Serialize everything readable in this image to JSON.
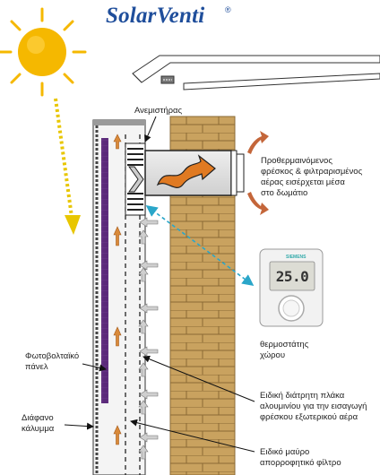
{
  "brand": {
    "name": "SolarVenti",
    "mark": "®"
  },
  "labels": {
    "fan": "Ανεμιστήρας",
    "warm_air": "Προθερμαινόμενος\nφρέσκος & φιλτραρισμένος\nαέρας εισέρχεται μέσα\nστο δωμάτιο",
    "thermostat": "θερμοστάτης\nχώρου",
    "pv_panel": "Φωτοβολταϊκό\nπάνελ",
    "cover": "Διάφανο\nκάλυμμα",
    "perforated_plate": "Ειδική διάτρητη πλάκα\nαλουμινίου για την εισαγωγή\nφρέσκου εξωτερικού αέρα",
    "absorber_filter": "Ειδικό μαύρο\nαπορροφητικό φίλτρο"
  },
  "thermostat_device": {
    "display": "25.0",
    "maker": "SIEMENS"
  },
  "colors": {
    "brand": "#1f4e9b",
    "brick": "#c9a25f",
    "pv_panel": "#5b2a7a",
    "sun": "#f5b800",
    "arrow_orange": "#e07a22",
    "dashed_link": "#2aa6c9"
  }
}
